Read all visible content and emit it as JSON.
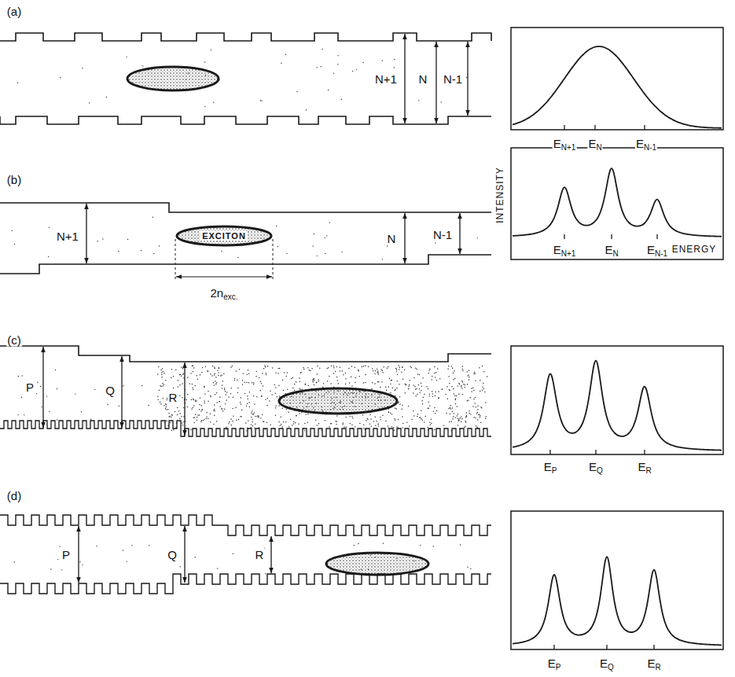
{
  "diagram": {
    "nodes": [
      {
        "text": [
          "EXCITON"
        ]
      }
    ],
    "labels": [
      "(a)",
      "N+1",
      "N",
      "N-1",
      "EN+1",
      "EN",
      "EN-1",
      "(b)",
      "N+1",
      "N",
      "N-1",
      "2nexc.",
      "INTENSITY",
      "EN+1",
      "EN",
      "EN-1",
      "ENERGY",
      "(c)",
      "P",
      "Q",
      "R",
      "EP",
      "EQ",
      "ER",
      "(d)",
      "P",
      "Q",
      "R",
      "EP",
      "EQ",
      "ER"
    ]
  }
}
